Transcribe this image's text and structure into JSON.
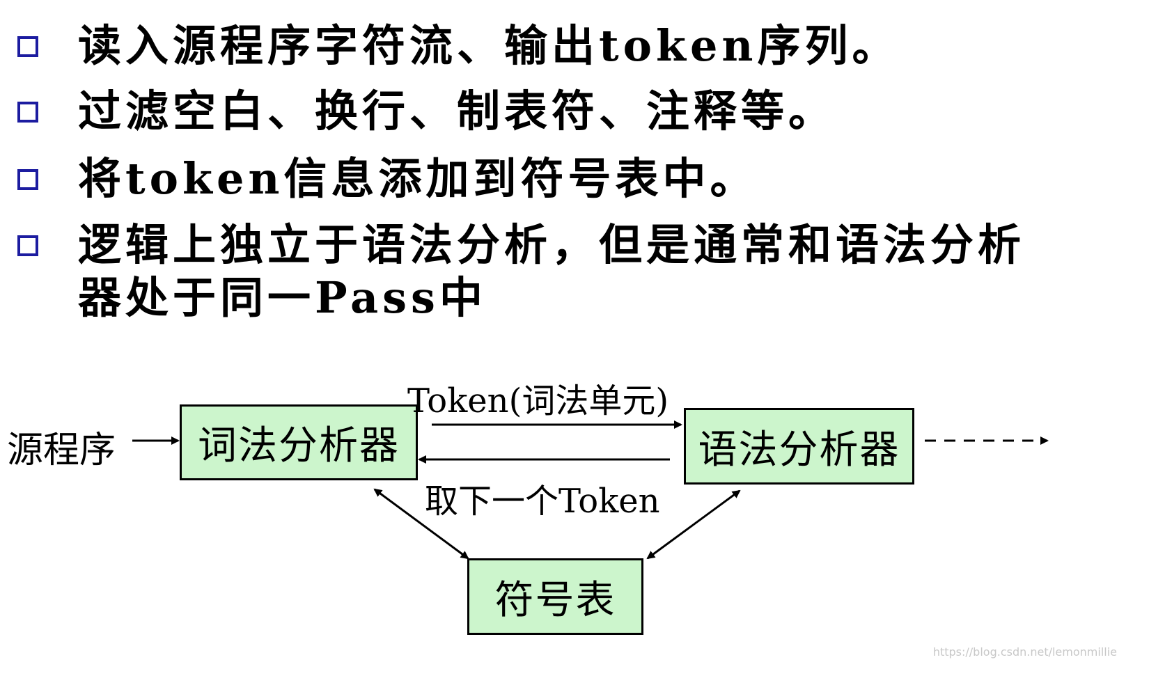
{
  "bullets": [
    {
      "text": "读入源程序字符流、输出token序列。"
    },
    {
      "text": "过滤空白、换行、制表符、注释等。"
    },
    {
      "text": "将token信息添加到符号表中。"
    },
    {
      "text": "逻辑上独立于语法分析，但是通常和语法分析",
      "text2": "器处于同一Pass中"
    }
  ],
  "diagram": {
    "source_label": "源程序",
    "lexer": "词法分析器",
    "parser": "语法分析器",
    "symbol_table": "符号表",
    "token_label": "Token(词法单元)",
    "next_token_label": "取下一个Token"
  },
  "watermark": "https://blog.csdn.net/lemonmillie",
  "colors": {
    "bullet_border": "#1c1ca0",
    "box_fill": "#ccf5cc",
    "box_border": "#000000"
  }
}
